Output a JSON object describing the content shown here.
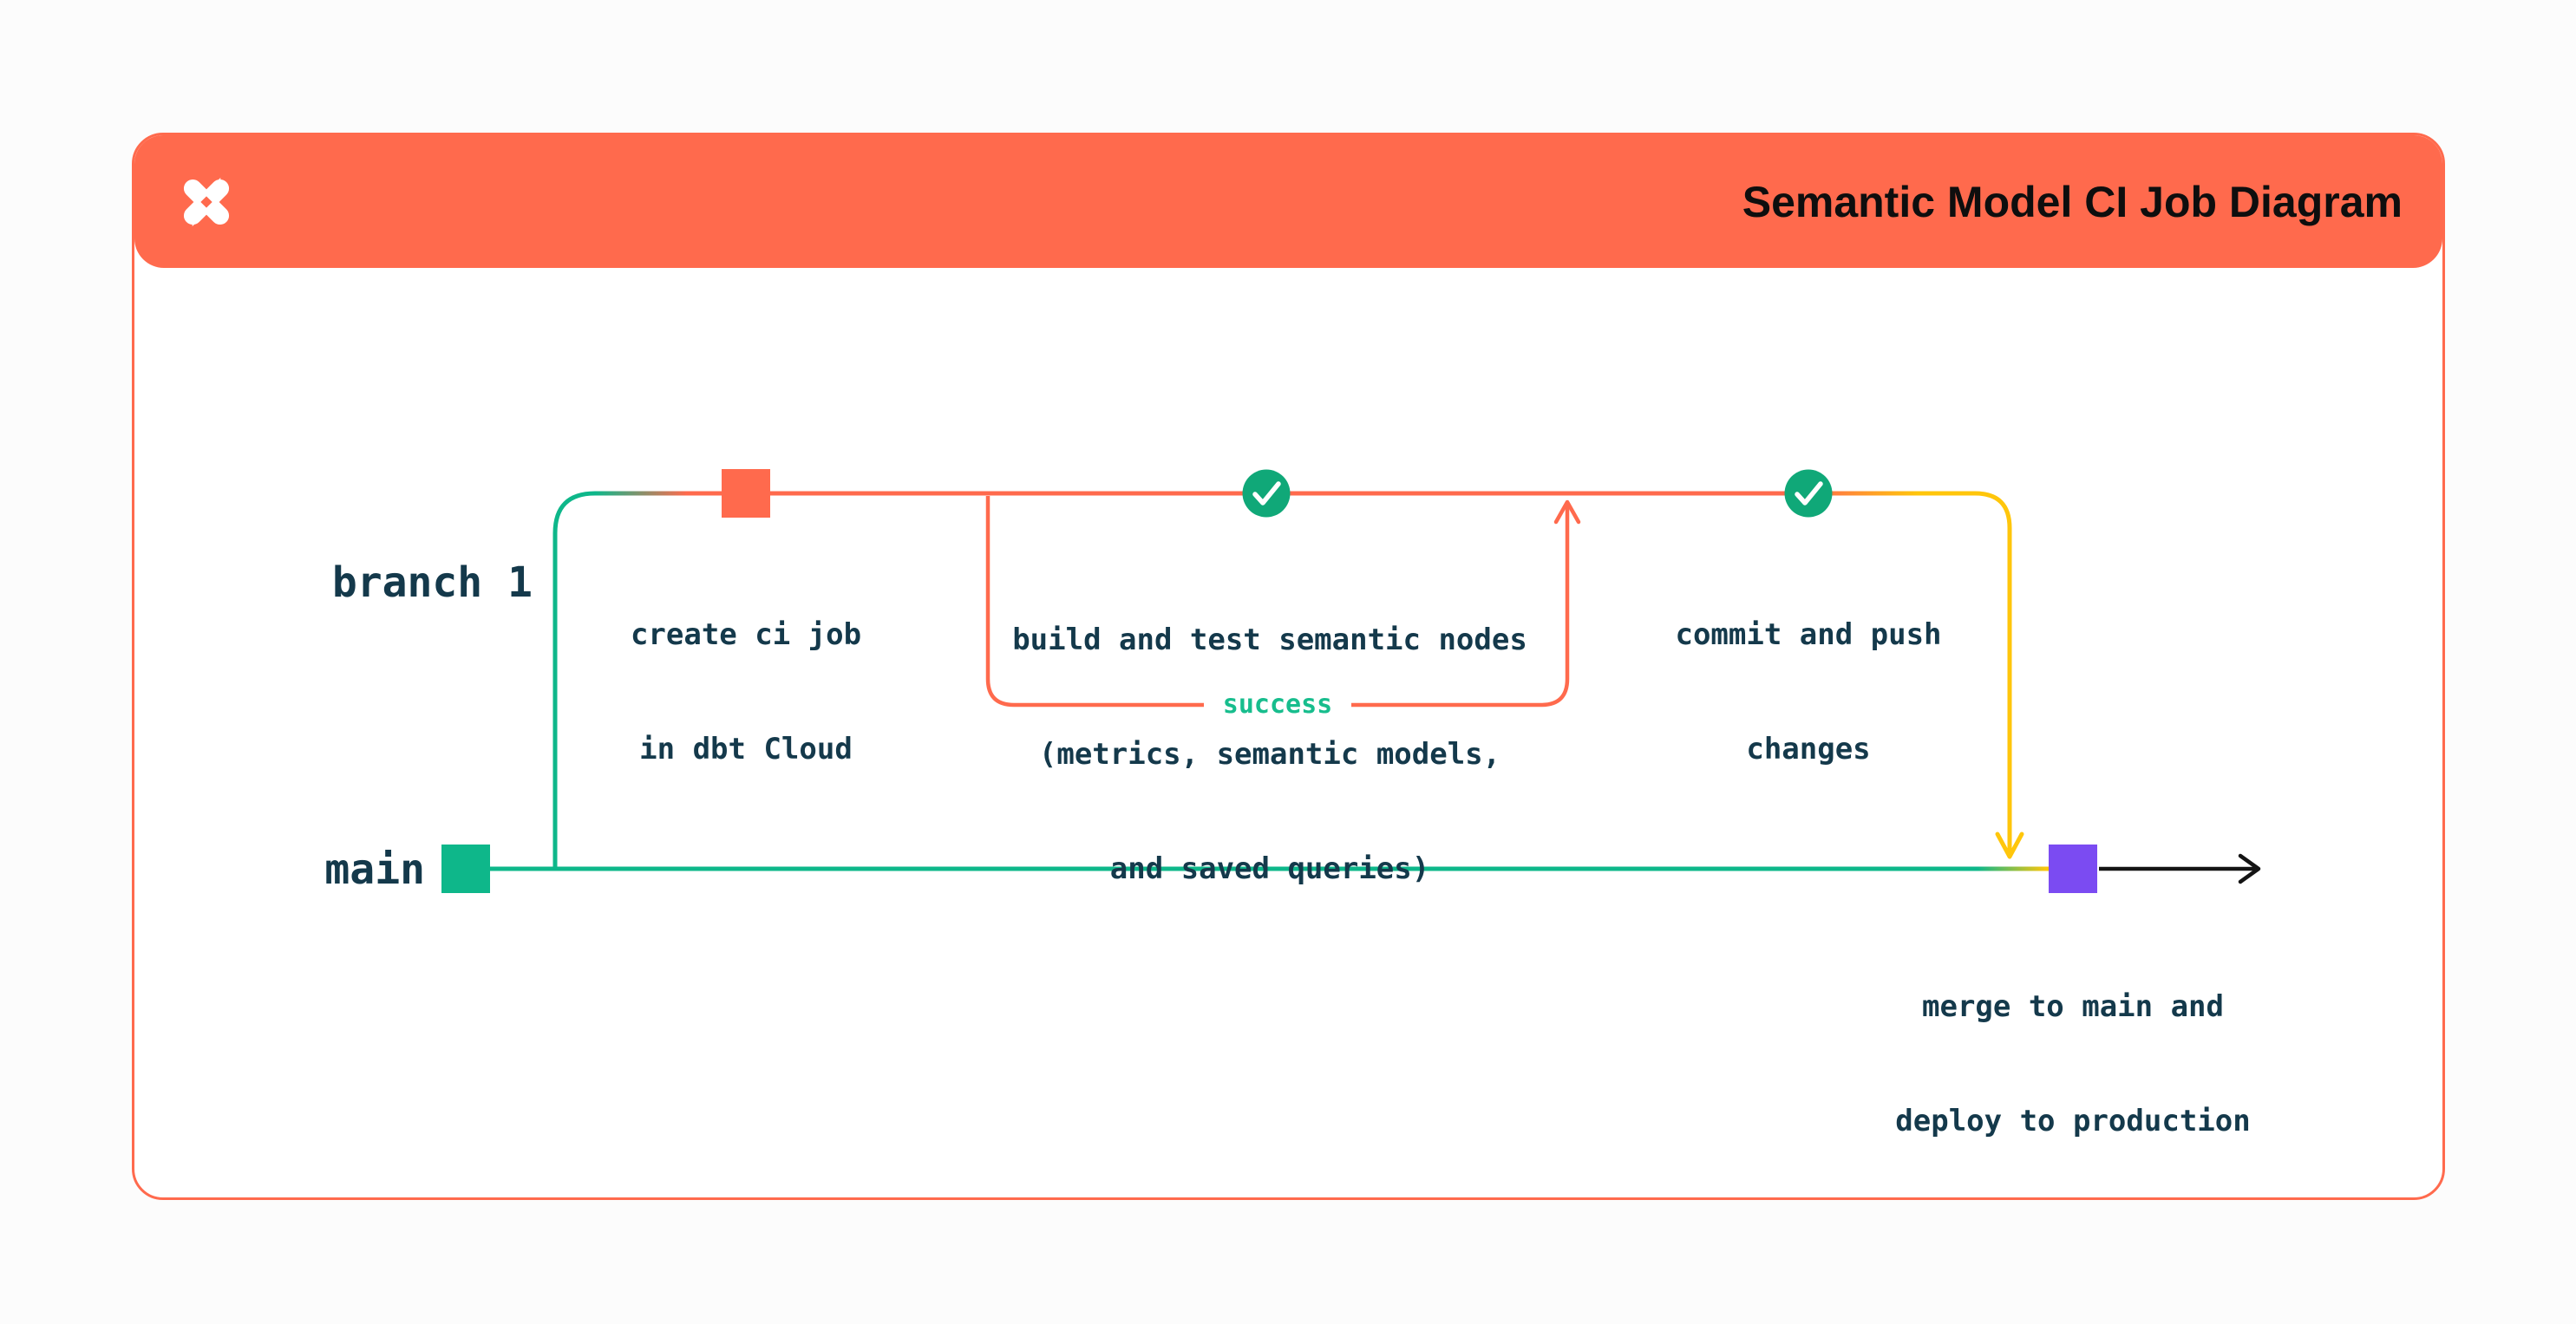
{
  "header": {
    "title": "Semantic Model CI Job Diagram",
    "logo_icon": "dbt-logo",
    "background_color": "#FF6A4D",
    "title_color": "#0E0E0E"
  },
  "diagram": {
    "branch_label": "branch 1",
    "main_label": "main",
    "success_label": "success",
    "nodes": {
      "create_ci": {
        "shape": "square",
        "color": "#FF6A4D",
        "lines": [
          "create ci job",
          "in dbt Cloud"
        ]
      },
      "build_test": {
        "shape": "check-circle",
        "color": "#10A878",
        "lines": [
          "build and test semantic nodes",
          "(metrics, semantic models,",
          "and saved queries)"
        ]
      },
      "commit_push": {
        "shape": "check-circle",
        "color": "#10A878",
        "lines": [
          "commit and push",
          "changes"
        ]
      },
      "merge_deploy": {
        "shape": "square",
        "color": "#7B4BF2",
        "lines": [
          "merge to main and",
          "deploy to production"
        ]
      },
      "main_start": {
        "shape": "square",
        "color": "#0EB78A",
        "lines": []
      }
    },
    "colors": {
      "coral": "#FF6A4D",
      "green_line": "#0EB78A",
      "check_circle_green": "#10A878",
      "success_green": "#17BD8D",
      "yellow": "#FFC60B",
      "purple": "#7B4BF2",
      "label_teal": "#14394B",
      "arrow_black": "#141414",
      "card_background": "#FFFFFF",
      "page_background": "#FCFCFC"
    }
  }
}
